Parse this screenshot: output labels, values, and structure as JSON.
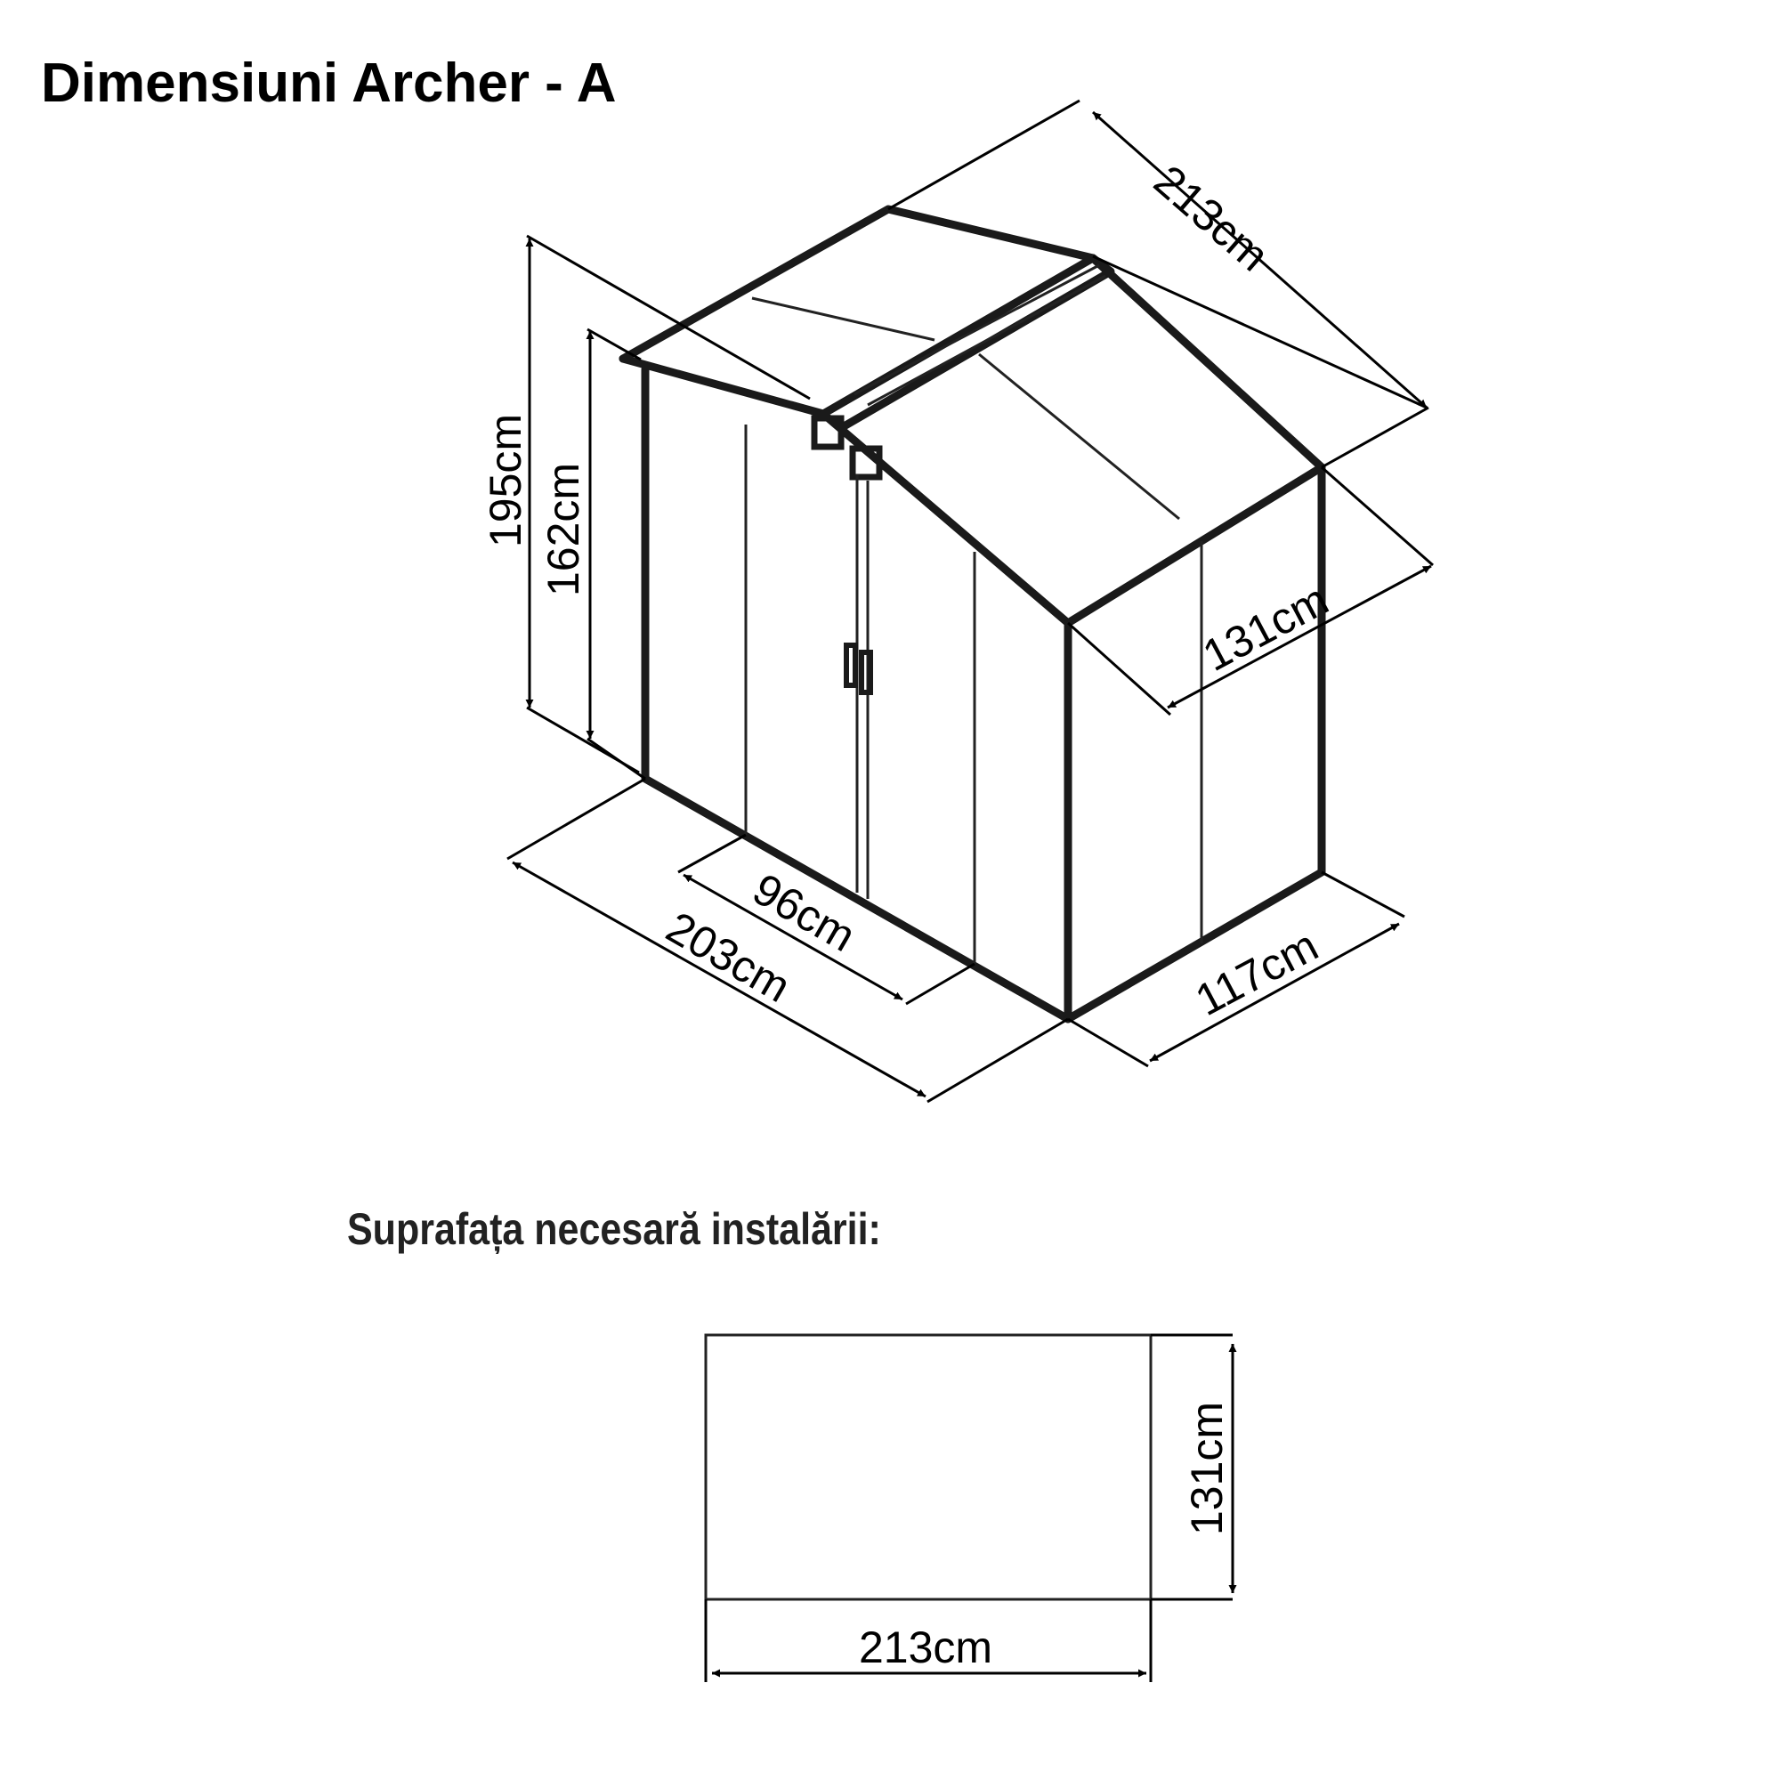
{
  "title": "Dimensiuni Archer - A",
  "subtitle": "Suprafața necesară instalării:",
  "dimensions": {
    "roof_length": "213cm",
    "total_height": "195cm",
    "wall_height": "162cm",
    "roof_width": "131cm",
    "door_width": "96cm",
    "base_length": "203cm",
    "base_width": "117cm"
  },
  "footprint": {
    "width": "213cm",
    "depth": "131cm"
  }
}
